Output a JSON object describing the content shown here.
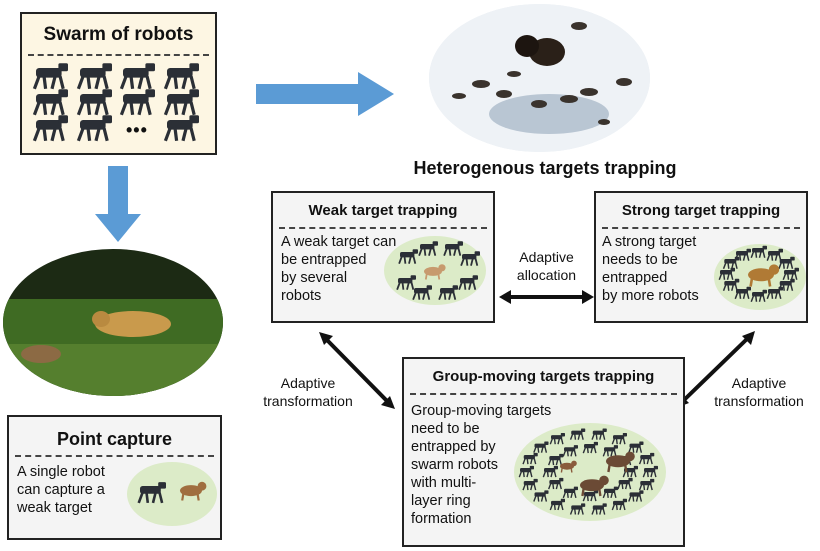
{
  "swarm": {
    "title": "Swarm of robots",
    "ellipsis": "•••"
  },
  "heterogenous_title": "Heterogenous targets trapping",
  "weak": {
    "title": "Weak target trapping",
    "lines": [
      "A weak target can",
      "be entrapped",
      "by several",
      "robots"
    ]
  },
  "strong": {
    "title": "Strong target trapping",
    "lines": [
      "A strong target",
      "needs to be",
      "entrapped",
      "by more robots"
    ]
  },
  "group": {
    "title": "Group-moving targets trapping",
    "lines": [
      "Group-moving targets",
      "need to be",
      "entrapped by",
      "swarm robots",
      "with multi-",
      "layer ring",
      "formation"
    ]
  },
  "point": {
    "title": "Point capture",
    "lines": [
      "A single robot",
      "can capture a",
      "weak target"
    ]
  },
  "labels": {
    "adaptive_allocation": [
      "Adaptive",
      "allocation"
    ],
    "adaptive_transformation_left": [
      "Adaptive",
      "transformation"
    ],
    "adaptive_transformation_right": [
      "Adaptive",
      "transformation"
    ]
  },
  "colors": {
    "box_bg": "#fdf6e3",
    "panel_bg": "#f4f4f4",
    "arrow_blue": "#5b9bd5",
    "green_oval": "#dcebc8"
  }
}
